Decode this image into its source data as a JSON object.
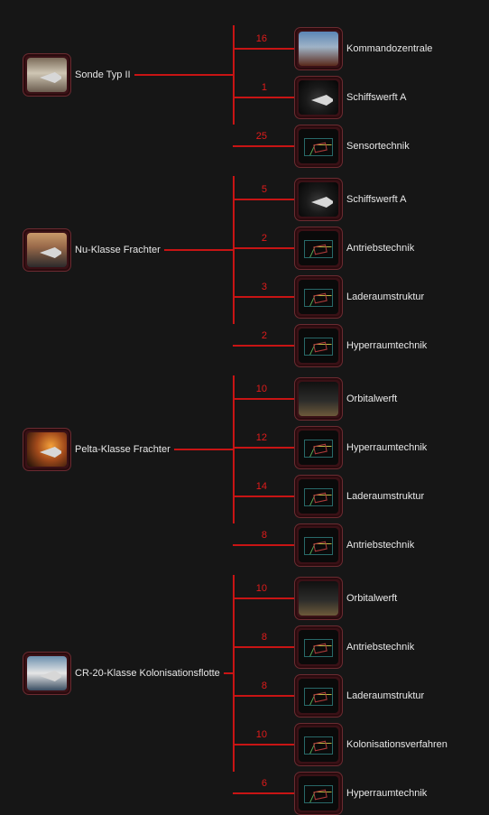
{
  "groups": [
    {
      "source": {
        "label": "Sonde Typ II",
        "thumb": "corridor"
      },
      "requirements": [
        {
          "count": "16",
          "label": "Kommandozentrale",
          "thumb": "command"
        },
        {
          "count": "1",
          "label": "Schiffswerft A",
          "thumb": "ship-dark"
        },
        {
          "count": "25",
          "label": "Sensortechnik",
          "thumb": "blueprint"
        }
      ]
    },
    {
      "source": {
        "label": "Nu-Klasse Frachter",
        "thumb": "ship-sunset"
      },
      "requirements": [
        {
          "count": "5",
          "label": "Schiffswerft A",
          "thumb": "ship-dark"
        },
        {
          "count": "2",
          "label": "Antriebstechnik",
          "thumb": "blueprint"
        },
        {
          "count": "3",
          "label": "Laderaumstruktur",
          "thumb": "blueprint"
        },
        {
          "count": "2",
          "label": "Hyperraumtechnik",
          "thumb": "blueprint"
        }
      ]
    },
    {
      "source": {
        "label": "Pelta-Klasse Frachter",
        "thumb": "ship-orange"
      },
      "requirements": [
        {
          "count": "10",
          "label": "Orbitalwerft",
          "thumb": "orbital"
        },
        {
          "count": "12",
          "label": "Hyperraumtechnik",
          "thumb": "blueprint"
        },
        {
          "count": "14",
          "label": "Laderaumstruktur",
          "thumb": "blueprint"
        },
        {
          "count": "8",
          "label": "Antriebstechnik",
          "thumb": "blueprint"
        }
      ]
    },
    {
      "source": {
        "label": "CR-20-Klasse Kolonisationsflotte",
        "thumb": "ship-sea"
      },
      "requirements": [
        {
          "count": "10",
          "label": "Orbitalwerft",
          "thumb": "orbital"
        },
        {
          "count": "8",
          "label": "Antriebstechnik",
          "thumb": "blueprint"
        },
        {
          "count": "8",
          "label": "Laderaumstruktur",
          "thumb": "blueprint"
        },
        {
          "count": "10",
          "label": "Kolonisationsverfahren",
          "thumb": "blueprint"
        },
        {
          "count": "6",
          "label": "Hyperraumtechnik",
          "thumb": "blueprint"
        }
      ]
    }
  ],
  "colors": {
    "background": "#161616",
    "connector": "#c81414",
    "count_text": "#e01b1b",
    "label_text": "#e8e8e8"
  }
}
